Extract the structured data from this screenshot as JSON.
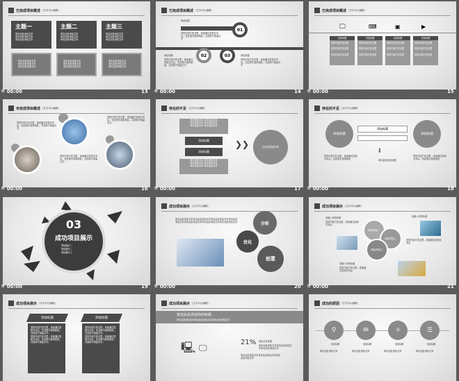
{
  "footer_time": "00:00",
  "slides": {
    "s13": {
      "num": "13",
      "title": "已完成项目概述",
      "sub": "(文字可以编辑)",
      "cols": [
        {
          "h": "主题一",
          "items": [
            "单击此处添加文本",
            "单击此处添加文本",
            "单击此处添加文本"
          ]
        },
        {
          "h": "主题二",
          "items": [
            "单击此处添加文本",
            "单击此处添加文本",
            "单击此处添加文本"
          ]
        },
        {
          "h": "主题三",
          "items": [
            "单击此处添加文本",
            "单击此处添加文本",
            "单击此处添加文本"
          ]
        }
      ],
      "box_text": "单击此处添加文本\n单击此处添加文本\n单击此处添加文本"
    },
    "s14": {
      "num": "14",
      "title": "已完成项目概述",
      "sub": "(文字可以编辑)",
      "l1": "添加标题",
      "l2": "添加标题",
      "c1": "01",
      "c2": "02",
      "c3": "03",
      "txt": "添加标题",
      "desc": "您的内容打在这里，或者通过复制文本后，在此框中选择粘贴，并选择只保留文字"
    },
    "s15": {
      "num": "15",
      "title": "已完成项目概述",
      "sub": "(文字可以编辑)",
      "head": "请加标题",
      "line": "您的内容打在这里"
    },
    "s16": {
      "num": "16",
      "title": "未完成项目概述",
      "sub": "(文字可以编辑)",
      "desc": "您的内容打在这里，或者通过复制文本后，在此框中选择粘贴，并选择只保留文字。"
    },
    "s17": {
      "num": "17",
      "title": "存在的不足",
      "sub": "(文字可以编辑)",
      "row": "单击添加文本 单击添加文本",
      "t1": "添加标题",
      "t2": "添加标题",
      "circle": "点击添加文本"
    },
    "s18": {
      "num": "18",
      "title": "存在的不足",
      "sub": "(文字可以编辑)",
      "left": "添加标题",
      "mid": "添加标题",
      "right": "添加标题",
      "bottom": "单击此处添加标题",
      "desc": "您的内容打在这里，或者通过复制文本后，在此框中选择粘贴"
    },
    "s19": {
      "num": "19",
      "big": "03",
      "title": "成功项目展示",
      "items": [
        "项目展示一",
        "项目展示二",
        "项目展示三"
      ]
    },
    "s20": {
      "num": "20",
      "title": "成功项目展示",
      "sub": "(文字可以编辑)",
      "g1": "分析",
      "g2": "优化",
      "g3": "创意",
      "desc": "单击此处添加文本单击此处添加文本单击此处添加文本单击此处添加文本单击此处添加文本单击此处添加文本单击此处添加文本"
    },
    "s21": {
      "num": "21",
      "title": "成功项目展示",
      "sub": "(文字可以编辑)",
      "t1": "成功项目一",
      "t2": "成功项目二",
      "t3": "成功项目三",
      "lab": "请输入你的标题",
      "desc": "您的内容打在这里，或者通过复制文本后"
    },
    "s22": {
      "num": "22",
      "title": "成功项目展示",
      "sub": "(文字可以编辑)",
      "b1": "添加标题",
      "b2": "添加标题",
      "desc": "您的内容打在这里，或者通过复制文本后，在此框中选择粘贴，并选择只保留文字。"
    },
    "s23": {
      "num": "23",
      "title": "成功项目展示",
      "sub": "(文字可以编辑)",
      "banner": "单击此处添加你的标题",
      "pct": "21%",
      "ptitle": "添加文本标题",
      "desc": "单击此处添加文本单击此处添加文本单击此处添加文本"
    },
    "s24": {
      "num": "24",
      "title": "成功的原因",
      "sub": "(文字可以编辑)",
      "lab": "请加标题",
      "desc": "单击此处添加文本"
    }
  }
}
